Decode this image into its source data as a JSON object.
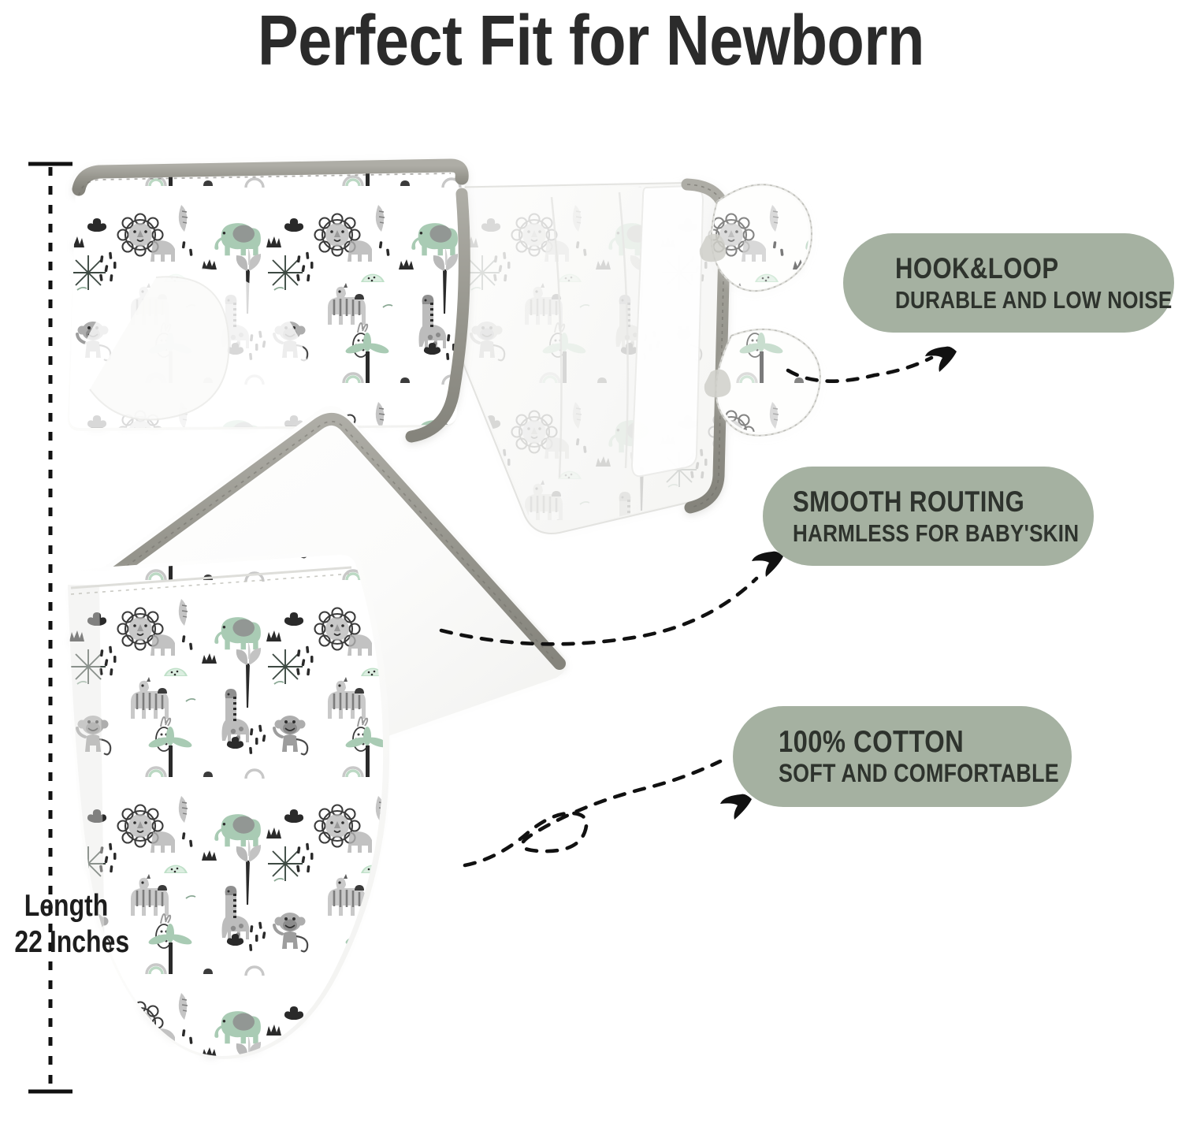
{
  "page": {
    "title": "Perfect Fit for Newborn",
    "background_color": "#ffffff",
    "title_color": "#2b2b2b"
  },
  "measurement": {
    "name": "length-measure",
    "label_line_1": "Length",
    "label_line_2": "22 Inches",
    "value": "22",
    "unit": "Inches",
    "guide_style": "dashed-vertical-with-end-caps",
    "color": "#111111"
  },
  "badges": [
    {
      "id": "hook-and-loop",
      "title": "HOOK&LOOP",
      "subtitle": "DURABLE AND LOW NOISE",
      "bg_color": "#a5b1a1",
      "text_color": "#2e332d",
      "pointer": "dashed-curved-arrow"
    },
    {
      "id": "smooth-routing",
      "title": "SMOOTH ROUTING",
      "subtitle": "HARMLESS FOR BABY'SKIN",
      "bg_color": "#a5b1a1",
      "text_color": "#2e332d",
      "pointer": "dashed-curved-arrow"
    },
    {
      "id": "cotton",
      "title": "100% COTTON",
      "subtitle": "SOFT AND COMFORTABLE",
      "bg_color": "#a5b1a1",
      "text_color": "#2e332d",
      "pointer": "dashed-looped-arrow"
    }
  ],
  "product": {
    "name": "baby-swaddle-wrap",
    "fabric_color": "#ffffff",
    "trim_color": "#9b9a92",
    "print_theme": "jungle-animals",
    "print_motifs": [
      "elephant",
      "lion",
      "zebra",
      "giraffe",
      "monkey",
      "palm-tree",
      "pineapple",
      "watermelon",
      "rainbow",
      "grass-tuft",
      "dash-cluster",
      "leaf-sprig"
    ],
    "print_colors": {
      "sage": "#a9cbb4",
      "gray": "#a7a7a7",
      "dark_gray": "#6f6f6f",
      "ink": "#2f2f2f"
    },
    "closure_tabs": 2
  }
}
